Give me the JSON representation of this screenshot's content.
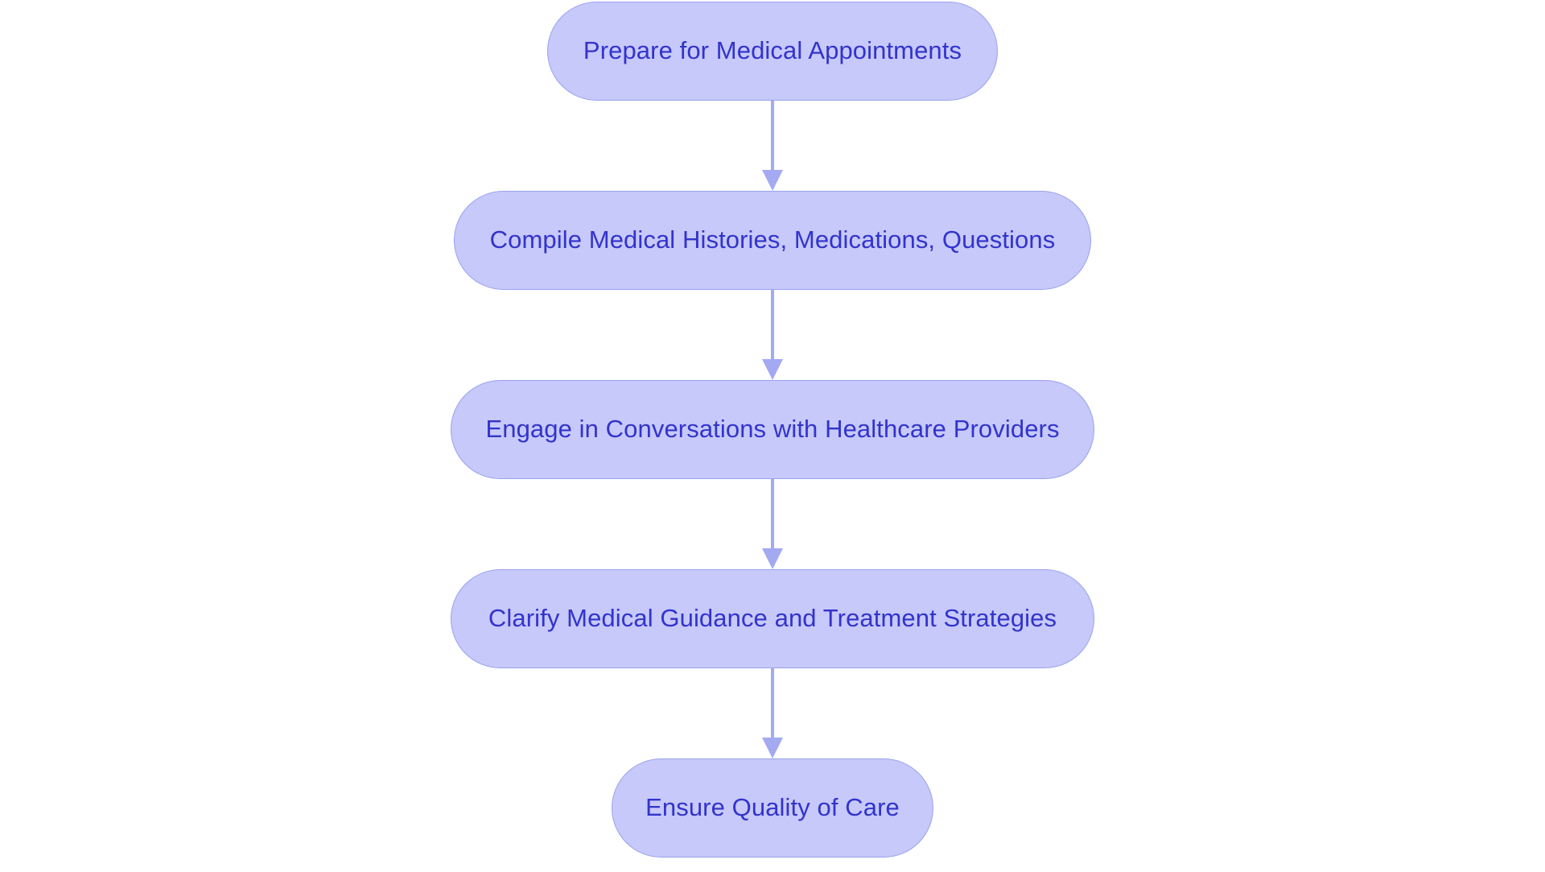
{
  "diagram": {
    "type": "flowchart",
    "orientation": "top-to-bottom",
    "background_color": "#ffffff",
    "node_fill_color": "#c6c9f9",
    "node_border_color": "#9ba2ee",
    "node_text_color": "#3333cc",
    "connector_color": "#a3aaf2",
    "nodes": [
      {
        "id": "node-1",
        "label": "Prepare for Medical Appointments"
      },
      {
        "id": "node-2",
        "label": "Compile Medical Histories, Medications, Questions"
      },
      {
        "id": "node-3",
        "label": "Engage in Conversations with Healthcare Providers"
      },
      {
        "id": "node-4",
        "label": "Clarify Medical Guidance and Treatment Strategies"
      },
      {
        "id": "node-5",
        "label": "Ensure Quality of Care"
      }
    ],
    "connectors": [
      {
        "id": "edge-1-2",
        "from": "node-1",
        "to": "node-2",
        "arrow": "down-arrow-icon"
      },
      {
        "id": "edge-2-3",
        "from": "node-2",
        "to": "node-3",
        "arrow": "down-arrow-icon"
      },
      {
        "id": "edge-3-4",
        "from": "node-3",
        "to": "node-4",
        "arrow": "down-arrow-icon"
      },
      {
        "id": "edge-4-5",
        "from": "node-4",
        "to": "node-5",
        "arrow": "down-arrow-icon"
      }
    ]
  }
}
